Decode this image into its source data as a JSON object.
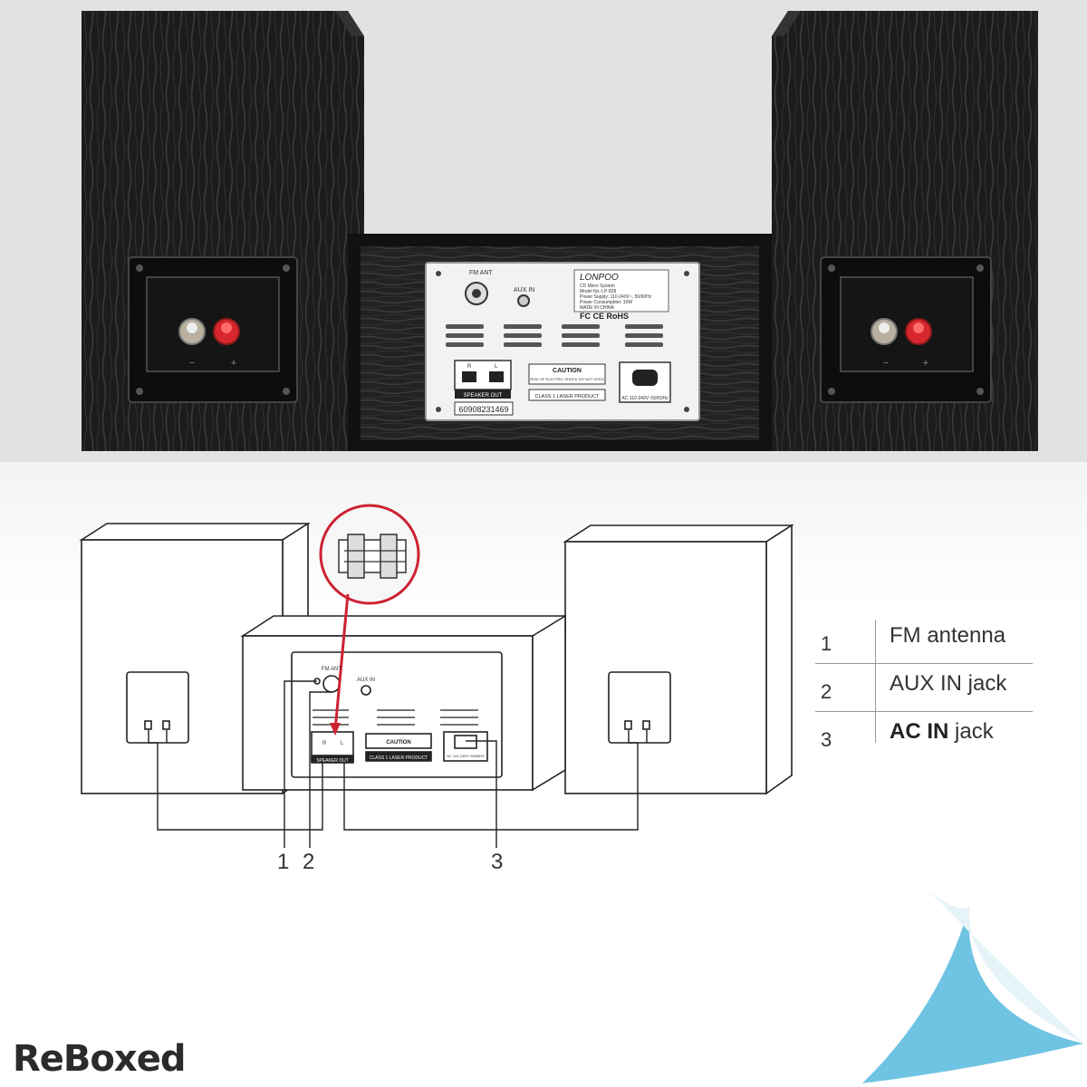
{
  "photo": {
    "panel": {
      "brand": "LONPOO",
      "fm_ant": "FM ANT",
      "aux_in": "AUX IN",
      "spec_lines": [
        "CD Micro System",
        "Model No.:LP-828",
        "Power Supply: 110-240V~, 50/60Hz",
        "Power Consumption: 10W",
        "MADE IN CHINA"
      ],
      "marks": "FC CE RoHS",
      "speaker_out": "SPEAKER OUT",
      "r": "R",
      "l": "L",
      "caution": "CAUTION",
      "caution_sub": "RISK OF ELECTRIC SHOCK DO NOT OPEN",
      "laser": "CLASS 1 LASER PRODUCT",
      "ac_label": "AC 110-240V~50/60Hz",
      "serial": "60908231469"
    },
    "speaker_terminal_minus": "−",
    "speaker_terminal_plus": "+"
  },
  "diagram": {
    "fm_ant": "FM ANT",
    "aux_in": "AUX IN",
    "speaker_out": "SPEAKER OUT",
    "r": "R",
    "l": "L",
    "caution": "CAUTION",
    "laser": "CLASS 1 LASER PRODUCT",
    "ac_label": "AC 110-240V~50/60HZ",
    "callouts": [
      "1",
      "2",
      "3"
    ]
  },
  "legend": [
    {
      "number": "1",
      "text": "FM antenna"
    },
    {
      "number": "2",
      "text": "AUX IN jack"
    },
    {
      "number": "3",
      "bold": "AC IN",
      "text": " jack"
    }
  ],
  "logo": "ReBoxed",
  "colors": {
    "photo_bg": "#e2e2e2",
    "wood": "#1c1c1c",
    "terminal_red": "#d8262e",
    "callout_red": "#cc2233",
    "corner_fold": "#6fc3e3"
  }
}
